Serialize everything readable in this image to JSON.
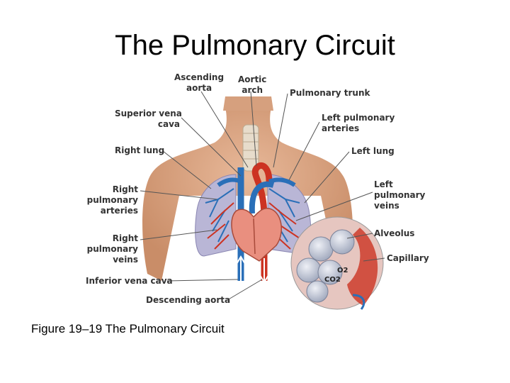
{
  "slide": {
    "title": "The Pulmonary Circuit",
    "caption": "Figure 19–19 The Pulmonary Circuit"
  },
  "labels": {
    "ascending_aorta": "Ascending\naorta",
    "aortic_arch": "Aortic\narch",
    "pulmonary_trunk": "Pulmonary trunk",
    "superior_vena_cava": "Superior vena\ncava",
    "left_pulmonary_arteries": "Left pulmonary\narteries",
    "right_lung": "Right lung",
    "left_lung": "Left lung",
    "right_pulmonary_arteries": "Right\npulmonary\narteries",
    "left_pulmonary_veins": "Left\npulmonary\nveins",
    "right_pulmonary_veins": "Right\npulmonary\nveins",
    "alveolus": "Alveolus",
    "capillary": "Capillary",
    "inferior_vena_cava": "Inferior vena cava",
    "descending_aorta": "Descending aorta",
    "o2": "O2",
    "co2": "CO2"
  },
  "colors": {
    "oxygenated": "#cc3322",
    "deoxygenated": "#2a6fb8",
    "skin": "#d9a582",
    "lung": "#b9b6d6",
    "leader_line": "#555555"
  }
}
